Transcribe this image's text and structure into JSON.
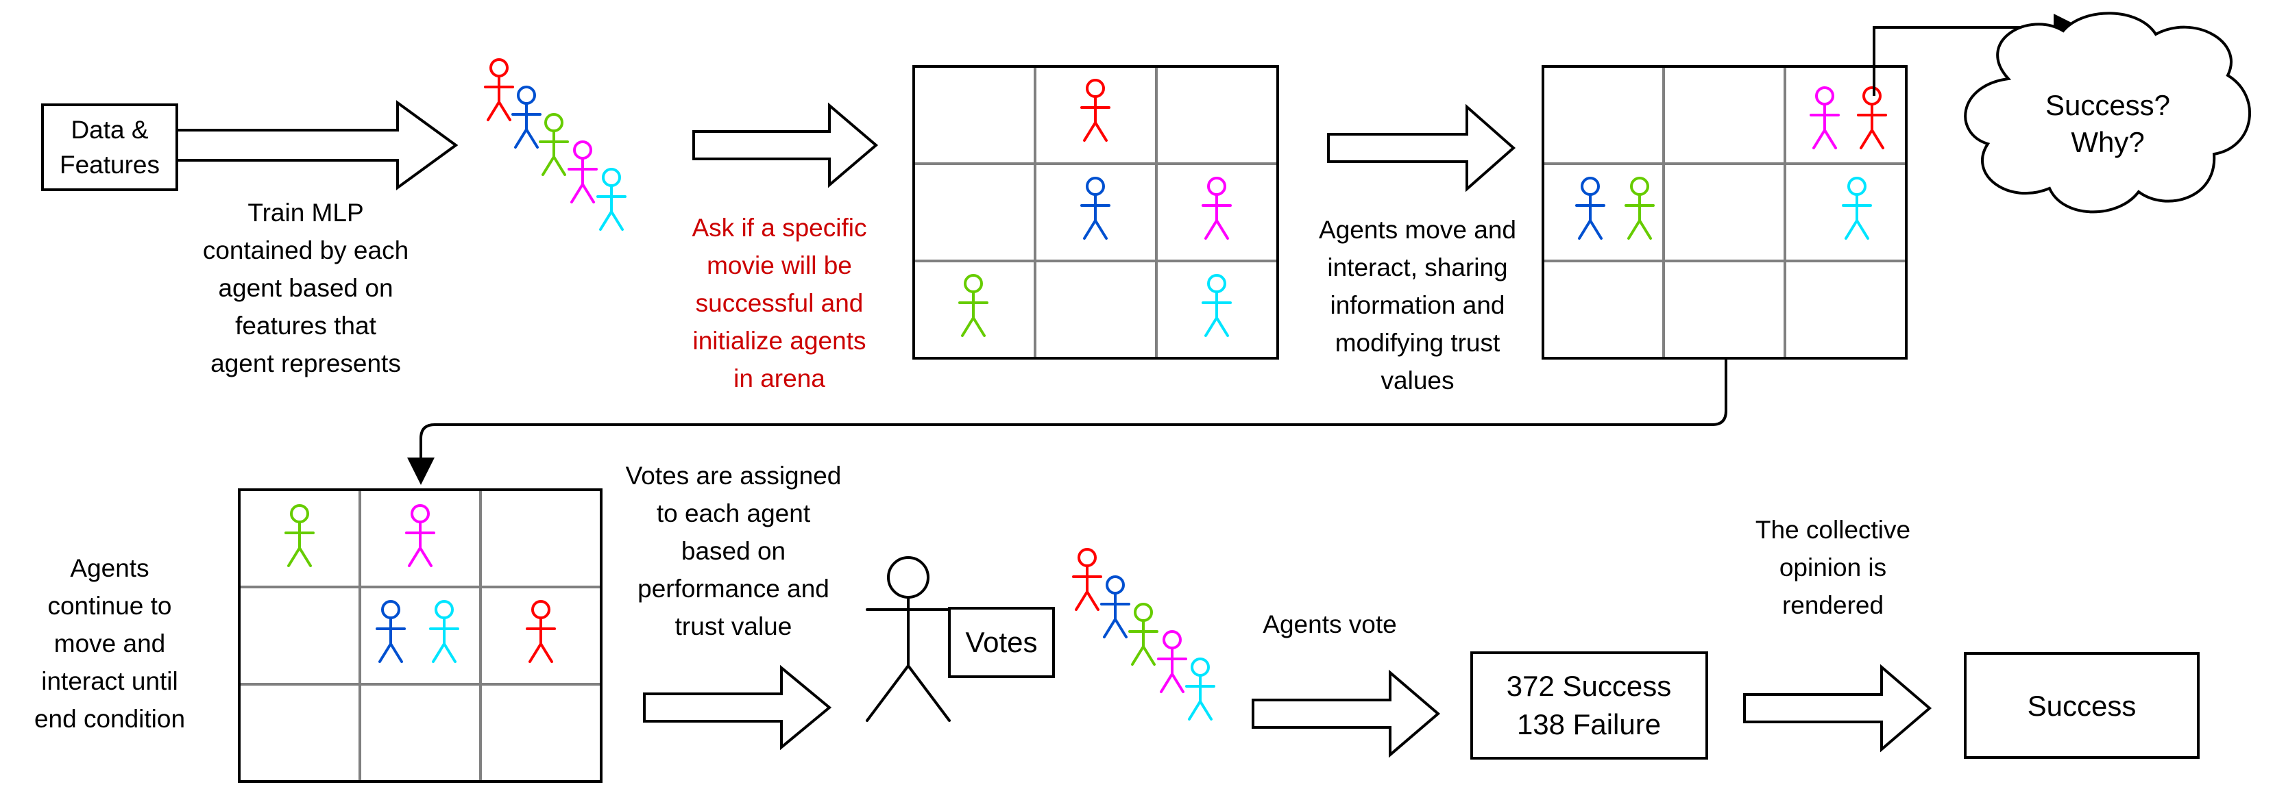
{
  "labels": {
    "data_features_1": "Data &",
    "data_features_2": "Features",
    "train_1": "Train MLP",
    "train_2": "contained by each",
    "train_3": "agent based on",
    "train_4": "features that",
    "train_5": "agent represents",
    "ask_1": "Ask if a specific",
    "ask_2": "movie will be",
    "ask_3": "successful and",
    "ask_4": "initialize agents",
    "ask_5": "in arena",
    "move_1": "Agents move and",
    "move_2": "interact, sharing",
    "move_3": "information and",
    "move_4": "modifying trust",
    "move_5": "values",
    "cloud_1": "Success?",
    "cloud_2": "Why?",
    "continue_1": "Agents",
    "continue_2": "continue to",
    "continue_3": "move and",
    "continue_4": "interact until",
    "continue_5": "end condition",
    "votes_assigned_1": "Votes are assigned",
    "votes_assigned_2": "to each agent",
    "votes_assigned_3": "based on",
    "votes_assigned_4": "performance and",
    "votes_assigned_5": "trust value",
    "votes_sign": "Votes",
    "agents_vote": "Agents vote",
    "tally_1": "372 Success",
    "tally_2": "138 Failure",
    "collective_1": "The collective",
    "collective_2": "opinion is",
    "collective_3": "rendered",
    "result": "Success"
  },
  "agent_colors": {
    "red": "#ff0000",
    "blue": "#0050d0",
    "green": "#66cc00",
    "magenta": "#ff00ff",
    "cyan": "#00e5ff",
    "voter": "#000000"
  },
  "annotation_color": "#cc0000"
}
